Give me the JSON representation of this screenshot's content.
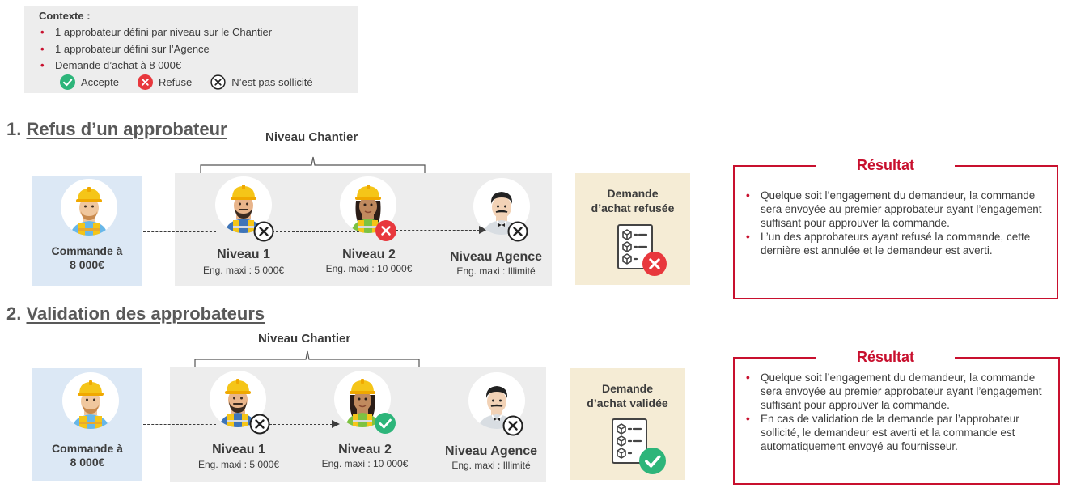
{
  "context": {
    "title": "Contexte :",
    "items": [
      "1 approbateur défini par niveau sur le Chantier",
      "1 approbateur défini sur l’Agence",
      "Demande d’achat à 8 000€"
    ],
    "legend": {
      "accept": "Accepte",
      "refuse": "Refuse",
      "not_requested": "N’est pas sollicité"
    }
  },
  "colors": {
    "accent_red": "#c8102e",
    "accept_green": "#2db57a",
    "refuse_red": "#e8383d"
  },
  "scenario1": {
    "number": "1.",
    "title": "Refus d’un approbateur",
    "niveau_chantier": "Niveau Chantier",
    "commande_line1": "Commande à",
    "commande_line2": "8 000€",
    "niveau1": {
      "label": "Niveau 1",
      "eng": "Eng. maxi : 5 000€",
      "status": "not-requested"
    },
    "niveau2": {
      "label": "Niveau 2",
      "eng": "Eng. maxi : 10 000€",
      "status": "refused"
    },
    "agence": {
      "label": "Niveau Agence",
      "eng": "Eng. maxi : Illimité",
      "status": "not-requested"
    },
    "demande_line1": "Demande",
    "demande_line2": "d’achat refusée",
    "result": {
      "title": "Résultat",
      "items": [
        "Quelque soit l’engagement du demandeur, la commande sera envoyée au premier approbateur ayant l’engagement suffisant pour approuver la commande.",
        "L’un des approbateurs ayant refusé la commande, cette dernière est annulée et le demandeur est averti."
      ]
    }
  },
  "scenario2": {
    "number": "2.",
    "title": "Validation des approbateurs",
    "niveau_chantier": "Niveau Chantier",
    "commande_line1": "Commande à",
    "commande_line2": "8 000€",
    "niveau1": {
      "label": "Niveau 1",
      "eng": "Eng. maxi : 5 000€",
      "status": "not-requested"
    },
    "niveau2": {
      "label": "Niveau 2",
      "eng": "Eng. maxi : 10 000€",
      "status": "accepted"
    },
    "agence": {
      "label": "Niveau Agence",
      "eng": "Eng. maxi : Illimité",
      "status": "not-requested"
    },
    "demande_line1": "Demande",
    "demande_line2": "d’achat validée",
    "result": {
      "title": "Résultat",
      "items": [
        "Quelque soit l’engagement du demandeur, la commande sera envoyée au premier approbateur ayant l’engagement suffisant pour approuver la commande.",
        "En cas de validation de la demande par l’approbateur sollicité, le demandeur est averti et la commande est automatiquement envoyé au fournisseur."
      ]
    }
  }
}
